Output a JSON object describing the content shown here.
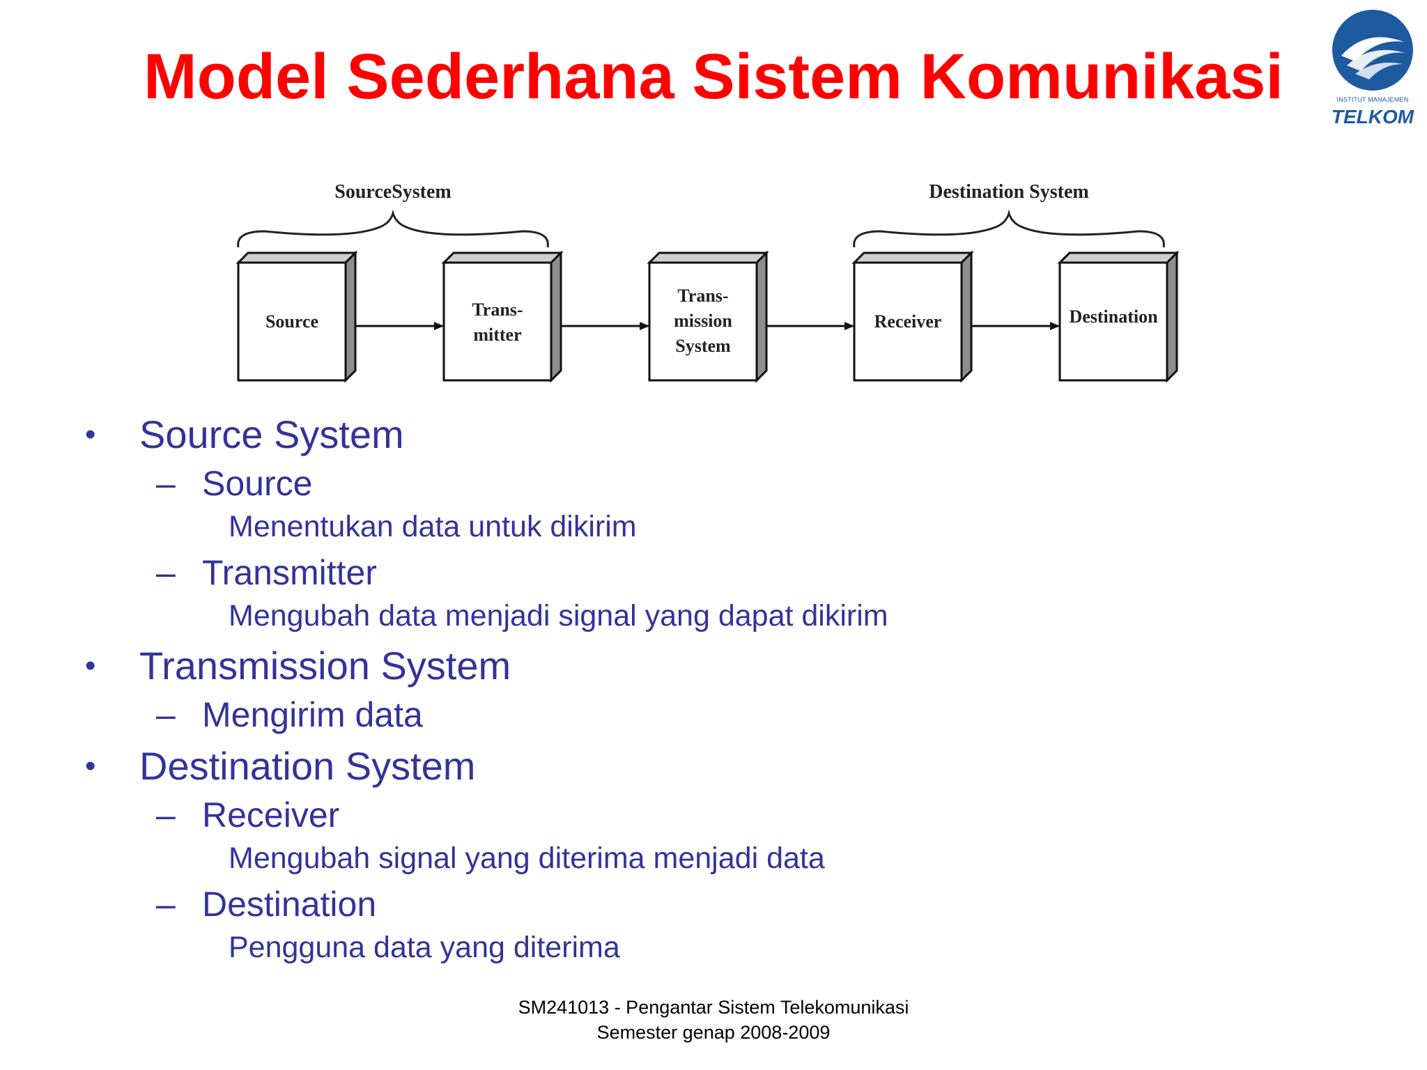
{
  "slide": {
    "title": "Model Sederhana Sistem Komunikasi",
    "logo": {
      "icon": "telkom-logo-icon",
      "small_text": "INSTITUT MANAJEMEN",
      "name": "TELKOM",
      "colors": {
        "primary": "#1e5aa0",
        "secondary": "#3a8fd0"
      }
    },
    "colors": {
      "title": "#ff0000",
      "bullets": "#333399"
    }
  },
  "diagram": {
    "groups": [
      {
        "label": "SourceSystem"
      },
      {
        "label": "Destination System"
      }
    ],
    "boxes": [
      {
        "lines": [
          "Source"
        ]
      },
      {
        "lines": [
          "Trans-",
          "mitter"
        ]
      },
      {
        "lines": [
          "Trans-",
          "mission",
          "System"
        ]
      },
      {
        "lines": [
          "Receiver"
        ]
      },
      {
        "lines": [
          "Destination"
        ]
      }
    ]
  },
  "bullets": [
    {
      "text": "Source System",
      "children": [
        {
          "text": "Source",
          "detail": "Menentukan data untuk dikirim"
        },
        {
          "text": "Transmitter",
          "detail": "Mengubah data menjadi signal yang dapat dikirim"
        }
      ]
    },
    {
      "text": "Transmission System",
      "children": [
        {
          "text": "Mengirim data"
        }
      ]
    },
    {
      "text": "Destination System",
      "children": [
        {
          "text": "Receiver",
          "detail": "Mengubah signal yang diterima menjadi data"
        },
        {
          "text": "Destination",
          "detail": "Pengguna data yang diterima"
        }
      ]
    }
  ],
  "footer": {
    "line1": "SM241013 - Pengantar Sistem Telekomunikasi",
    "line2": "Semester genap 2008-2009"
  }
}
